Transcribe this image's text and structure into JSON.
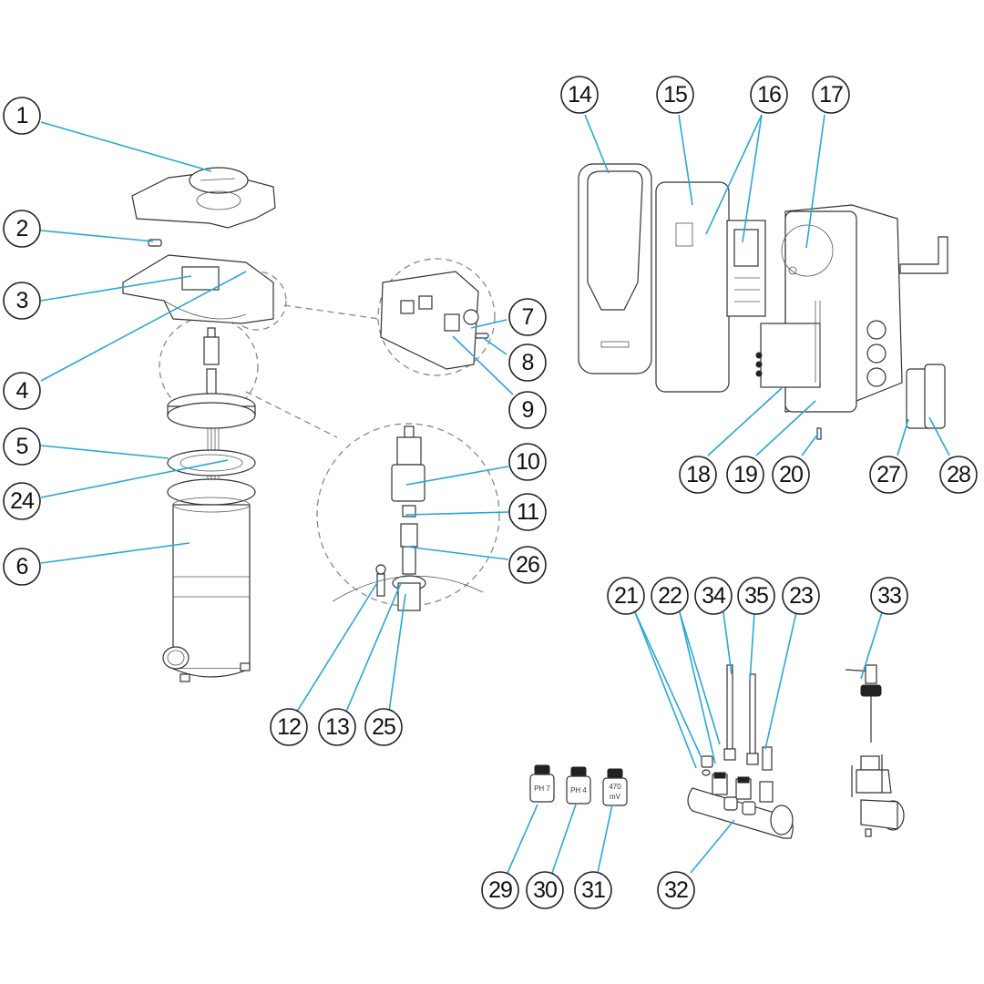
{
  "diagram": {
    "type": "exploded-parts-diagram",
    "accent_color": "#2aa6d8",
    "callouts": [
      "1",
      "2",
      "3",
      "4",
      "5",
      "6",
      "7",
      "8",
      "9",
      "10",
      "11",
      "12",
      "13",
      "14",
      "15",
      "16",
      "17",
      "18",
      "19",
      "20",
      "21",
      "22",
      "23",
      "24",
      "25",
      "26",
      "27",
      "28",
      "29",
      "30",
      "31",
      "32",
      "33",
      "34",
      "35"
    ],
    "bottle_labels": {
      "ph7": "PH 7",
      "ph4": "PH 4",
      "mv_value": "470",
      "mv_unit": "mV"
    }
  }
}
